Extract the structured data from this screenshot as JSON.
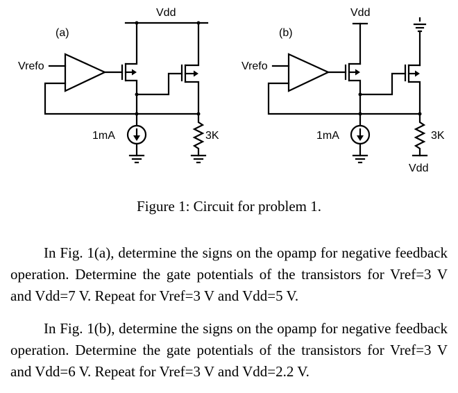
{
  "figure": {
    "a": {
      "panel_label": "(a)",
      "vdd_label": "Vdd",
      "vref_label": "Vrefo",
      "source_label": "1mA",
      "resistor_label": "3K"
    },
    "b": {
      "panel_label": "(b)",
      "vdd_label": "Vdd",
      "vref_label": "Vrefo",
      "source_label": "1mA",
      "resistor_label": "3K",
      "resistor_bottom_label": "Vdd"
    }
  },
  "caption": "Figure 1: Circuit for problem 1.",
  "paragraphs": [
    "In Fig. 1(a), determine the signs on the opamp for negative feedback operation. Determine the gate potentials of the transistors for Vref=3 V and Vdd=7 V. Repeat for Vref=3 V and Vdd=5 V.",
    "In Fig. 1(b), determine the signs on the opamp for negative feedback operation. Determine the gate potentials of the transistors for Vref=3 V and Vdd=6 V. Repeat for Vref=3 V and Vdd=2.2 V."
  ]
}
